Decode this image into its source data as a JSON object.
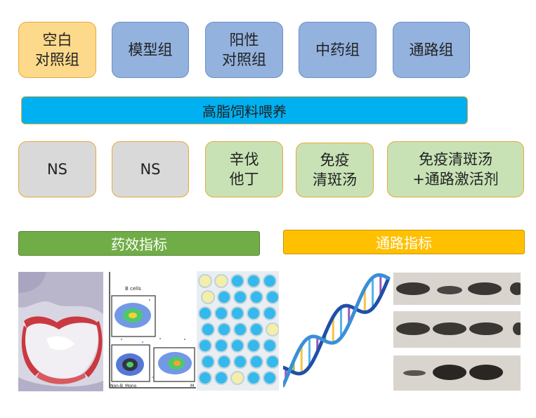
{
  "groups": [
    {
      "label": "空白\n对照组",
      "color": "#fdd98b"
    },
    {
      "label": "模型组",
      "color": "#93b2de"
    },
    {
      "label": "阳性\n对照组",
      "color": "#93b2de"
    },
    {
      "label": "中药组",
      "color": "#93b2de"
    },
    {
      "label": "通路组",
      "color": "#93b2de"
    }
  ],
  "diet_bar": {
    "label": "高脂饲料喂养",
    "color": "#00b0f0"
  },
  "treatments": [
    {
      "label": "NS"
    },
    {
      "label": "NS"
    },
    {
      "label": "辛伐\n他丁"
    },
    {
      "label": "免疫\n清斑汤"
    },
    {
      "label": "免疫清斑汤\n+通路激活剂"
    }
  ],
  "indicators": {
    "efficacy": {
      "label": "药效指标",
      "color": "#70ad47"
    },
    "pathway": {
      "label": "通路指标",
      "color": "#ffc000"
    }
  },
  "flow_plot": {
    "gate_top": "B cells",
    "gate_bottom_left": "Non-B_Mono",
    "gate_bottom_right": "M"
  }
}
